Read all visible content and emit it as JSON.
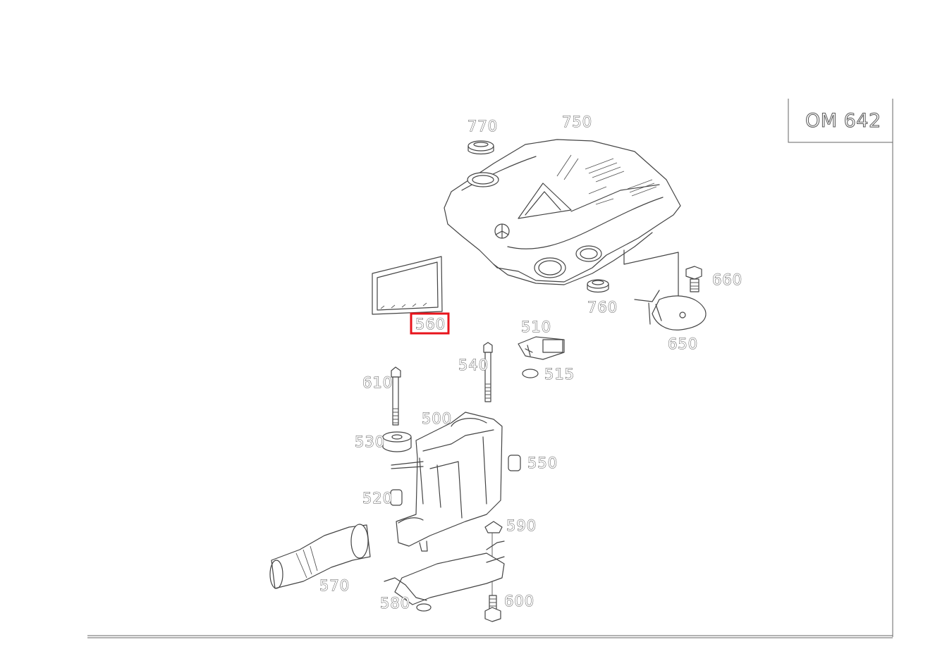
{
  "reference_box": {
    "text": "OM 642"
  },
  "highlight": {
    "part": "560",
    "color": "#e8141c"
  },
  "parts": {
    "p770": "770",
    "p750": "750",
    "p660": "660",
    "p760": "760",
    "p560": "560",
    "p510": "510",
    "p650": "650",
    "p540": "540",
    "p515": "515",
    "p610": "610",
    "p500": "500",
    "p530": "530",
    "p550": "550",
    "p520": "520",
    "p590": "590",
    "p570": "570",
    "p580": "580",
    "p600": "600"
  }
}
